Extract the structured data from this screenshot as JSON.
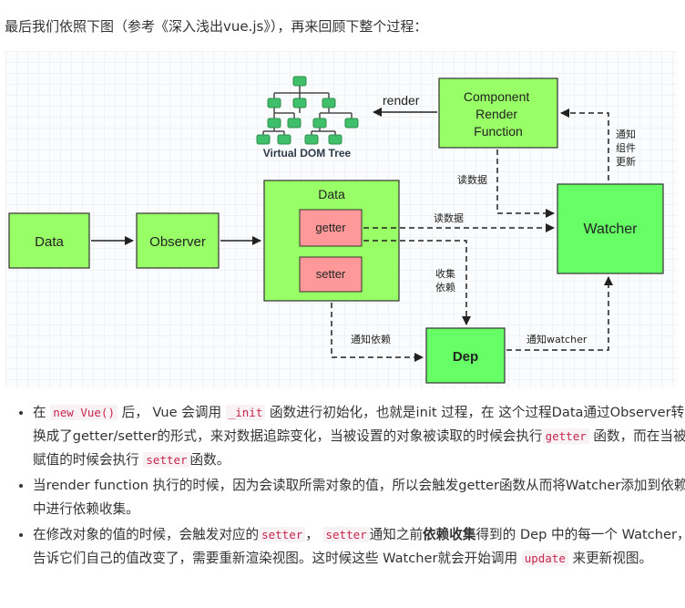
{
  "intro": "最后我们依照下图（参考《深入浅出vue.js》），再来回顾下整个过程：",
  "diagram": {
    "vdom_label": "Virtual DOM Tree",
    "render_label": "render",
    "component_lines": [
      "Component",
      "Render",
      "Function"
    ],
    "notify_component": [
      "通知",
      "组件",
      "更新"
    ],
    "read_data_top": "读数据",
    "data_box": "Data",
    "getter": "getter",
    "setter": "setter",
    "read_data_mid": "读数据",
    "data_left": "Data",
    "observer": "Observer",
    "watcher": "Watcher",
    "collect": [
      "收集",
      "依赖"
    ],
    "notify_dep": "通知依赖",
    "dep": "Dep",
    "notify_watcher": "通知watcher"
  },
  "bullets": [
    {
      "p1": "在 ",
      "c1": "new Vue()",
      "p2": " 后， Vue 会调用 ",
      "c2": "_init",
      "p3": " 函数进行初始化，也就是init 过程，在 这个过程Data通过Observer转换成了getter/setter的形式，来对数据追踪变化，当被设置的对象被读取的时候会执行",
      "c3": "getter",
      "p4": " 函数，而在当被赋值的时候会执行 ",
      "c4": "setter",
      "p5": "函数。"
    },
    {
      "p1": "当render function 执行的时候，因为会读取所需对象的值，所以会触发getter函数从而将Watcher添加到依赖中进行依赖收集。"
    },
    {
      "p1": "在修改对象的值的时候，会触发对应的",
      "c1": "setter",
      "p2": "， ",
      "c2": "setter",
      "p3": "通知之前",
      "b1": "依赖收集",
      "p4": "得到的 Dep 中的每一个 Watcher，告诉它们自己的值改变了，需要重新渲染视图。这时候这些 Watcher就会开始调用 ",
      "c3": "update",
      "p5": " 来更新视图。"
    }
  ]
}
